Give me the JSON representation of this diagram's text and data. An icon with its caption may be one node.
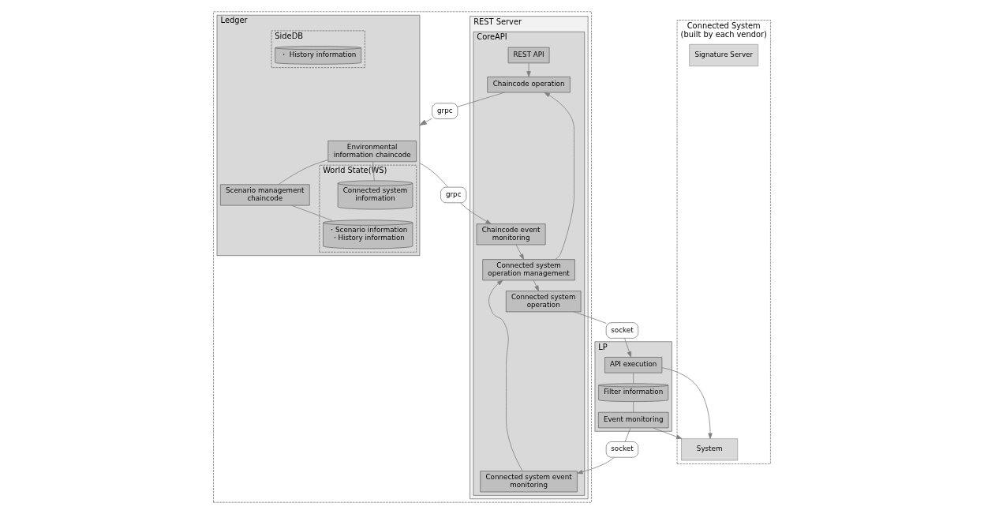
{
  "diagram": {
    "nodes": [
      {
        "text": [],
        "shape": "box"
      },
      {
        "text": [
          "REST Server"
        ],
        "in": 0
      },
      {
        "text": [
          "CoreAPI"
        ],
        "in": 1
      },
      {
        "text": [
          "REST API"
        ],
        "in": 2
      },
      {
        "text": [
          "Chaincode operation"
        ],
        "in": 2
      },
      {
        "text": [
          "Connected system operation management"
        ],
        "in": 2
      },
      {
        "text": [
          "Chaincode event monitoring"
        ],
        "in": 2
      },
      {
        "text": [
          "Connected system operation"
        ],
        "in": 2
      },
      {
        "text": [
          "Connected system event monitoring"
        ],
        "in": 2
      },
      {
        "text": [
          "grpc"
        ],
        "in": 0
      },
      {
        "text": [
          "grpc"
        ],
        "in": 0
      },
      {
        "text": [
          "Ledger"
        ],
        "in": 0
      },
      {
        "text": [
          "Environmental information chaincode"
        ],
        "in": 11
      },
      {
        "text": [
          "Scenario management chaincode"
        ],
        "in": 11
      },
      {
        "text": [
          "World State(WS)"
        ],
        "in": 11
      },
      {
        "text": [
          "Connected system information"
        ],
        "in": 14
      },
      {
        "text": [
          "・Scenario information ・History information"
        ],
        "in": 14
      },
      {
        "text": [
          "SideDB"
        ],
        "in": 11
      },
      {
        "text": [
          "・ History information"
        ],
        "in": 17
      },
      {
        "text": [
          "socket"
        ]
      },
      {
        "text": [
          "socket"
        ]
      },
      {
        "text": [
          "LP"
        ]
      },
      {
        "text": [
          "API execution"
        ],
        "in": 21
      },
      {
        "text": [
          "Filter information"
        ],
        "in": 21
      },
      {
        "text": [
          "Event monitoring"
        ],
        "in": 21
      },
      {
        "text": [
          "Connected System (built by each vendor)"
        ]
      },
      {
        "text": [
          "Signature Server"
        ],
        "in": 25
      },
      {
        "text": [
          "System"
        ],
        "in": 25
      }
    ],
    "edges": [
      {
        "from": 3,
        "to": 4,
        "arrow": "to"
      },
      {
        "from": 5,
        "to": 4,
        "arrow": "to"
      },
      {
        "from": 6,
        "to": 5,
        "arrow": "to"
      },
      {
        "from": 8,
        "to": 5,
        "arrow": "to"
      },
      {
        "from": 5,
        "to": 7,
        "arrow": "to"
      },
      {
        "from": 4,
        "to": 9,
        "arrow": "none"
      },
      {
        "from": 9,
        "to": 11,
        "arrow": "to"
      },
      {
        "from": 11,
        "to": 10,
        "arrow": "none"
      },
      {
        "from": 10,
        "to": 6,
        "arrow": "to"
      },
      {
        "from": 12,
        "to": 15,
        "arrow": "none"
      },
      {
        "from": 12,
        "to": 13,
        "arrow": "none"
      },
      {
        "from": 13,
        "to": 16,
        "arrow": "none"
      },
      {
        "from": 7,
        "to": 19,
        "arrow": "none"
      },
      {
        "from": 19,
        "to": 22,
        "arrow": "to"
      },
      {
        "from": 24,
        "to": 20,
        "arrow": "none"
      },
      {
        "from": 20,
        "to": 8,
        "arrow": "to"
      },
      {
        "from": 22,
        "to": 23,
        "arrow": "none"
      },
      {
        "from": 23,
        "to": 24,
        "arrow": "none"
      },
      {
        "from": 22,
        "to": 27,
        "arrow": "to"
      },
      {
        "from": 24,
        "to": 27,
        "arrow": "to"
      }
    ]
  }
}
